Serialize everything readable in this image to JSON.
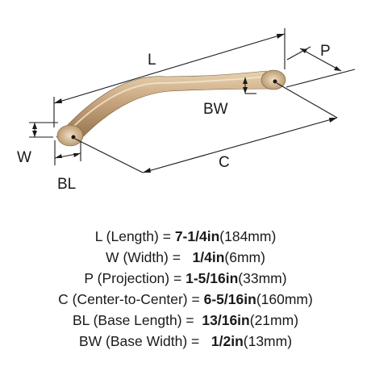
{
  "diagram": {
    "labels": {
      "L": "L",
      "P": "P",
      "BW": "BW",
      "W": "W",
      "C": "C",
      "BL": "BL"
    },
    "handle_color": "#c4a27a"
  },
  "specs": [
    {
      "key": "L",
      "desc": "(Length)",
      "eq": "=",
      "value": "7-1/4in",
      "metric": "(184mm)"
    },
    {
      "key": "W",
      "desc": "(Width)",
      "eq": "=",
      "value": "1/4in",
      "metric": "(6mm)"
    },
    {
      "key": "P",
      "desc": "(Projection)",
      "eq": "=",
      "value": "1-5/16in",
      "metric": "(33mm)"
    },
    {
      "key": "C",
      "desc": "(Center-to-Center)",
      "eq": "=",
      "value": "6-5/16in",
      "metric": "(160mm)"
    },
    {
      "key": "BL",
      "desc": "(Base Length)",
      "eq": "=",
      "value": "13/16in",
      "metric": "(21mm)"
    },
    {
      "key": "BW",
      "desc": "(Base Width)",
      "eq": "=",
      "value": "1/2in",
      "metric": "(13mm)"
    }
  ]
}
